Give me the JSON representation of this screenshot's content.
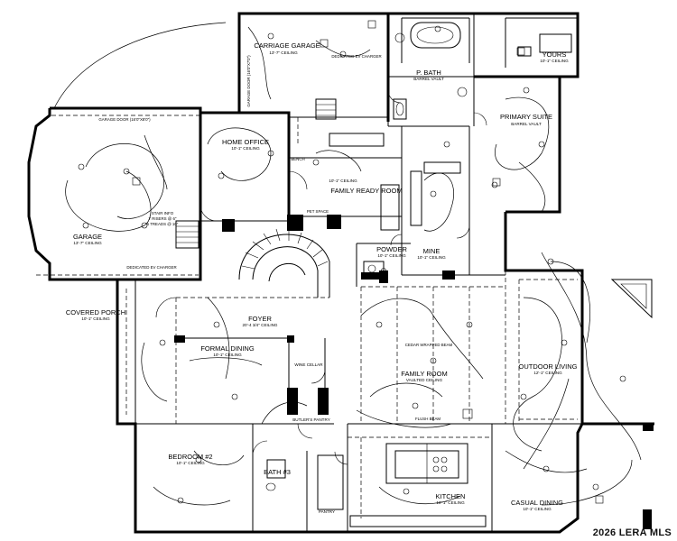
{
  "watermark": "2026 LERA MLS",
  "rooms": {
    "carriage_garage": {
      "name": "CARRIAGE GARAGE",
      "ceiling": "13'-7\" CEILING"
    },
    "p_bath": {
      "name": "P. BATH",
      "ceiling": "BARREL VAULT"
    },
    "yours": {
      "name": "YOURS",
      "ceiling": "10'-1\" CEILING"
    },
    "primary_suite": {
      "name": "PRIMARY SUITE",
      "ceiling": "BARREL VAULT"
    },
    "home_office": {
      "name": "HOME OFFICE",
      "ceiling": "10'-1\" CEILING"
    },
    "garage": {
      "name": "GARAGE",
      "ceiling": "13'-7\" CEILING"
    },
    "family_ready_room": {
      "name": "FAMILY READY ROOM",
      "ceiling": "10'-1\" CEILING"
    },
    "powder": {
      "name": "POWDER",
      "ceiling": "10'-1\" CEILING"
    },
    "mine": {
      "name": "MINE",
      "ceiling": "10'-1\" CEILING"
    },
    "covered_porch": {
      "name": "COVERED PORCH",
      "ceiling": "10'-1\" CEILING"
    },
    "foyer": {
      "name": "FOYER",
      "ceiling": "20'-4 3/4\" CEILING"
    },
    "formal_dining": {
      "name": "FORMAL DINING",
      "ceiling": "10'-1\" CEILING"
    },
    "wine_cellar": {
      "name": "WINE CELLAR"
    },
    "family_room": {
      "name": "FAMILY ROOM",
      "ceiling": "VAULTED CEILING"
    },
    "outdoor_living": {
      "name": "OUTDOOR LIVING",
      "ceiling": "12'-1\" CEILING"
    },
    "butlers_pantry": {
      "name": "BUTLER'S PANTRY"
    },
    "bedroom_2": {
      "name": "BEDROOM #2",
      "ceiling": "10'-1\" CEILING"
    },
    "bath_3": {
      "name": "BATH #3"
    },
    "pantry": {
      "name": "PANTRY"
    },
    "kitchen": {
      "name": "KITCHEN",
      "ceiling": "10'-1\" CEILING"
    },
    "casual_dining": {
      "name": "CASUAL DINING",
      "ceiling": "10'-1\" CEILING"
    }
  },
  "notes": {
    "garage_door": "GARAGE DOOR (16'0\"X8'0\")",
    "stair_info": "STAIR INFO",
    "risers": "7 RISERS @ 6\"",
    "treads": "5 TREADS @ 10\"",
    "dedicated_ev": "DEDICATED EV CHARGER",
    "pet_space": "PET SPACE",
    "bench": "BENCH",
    "flush_beam": "FLUSH BEAM",
    "cedar_beam": "CEDAR WRAPPED BEAM",
    "garage_door_side": "GARAGE DOOR (16'0\"X7'0\")"
  }
}
